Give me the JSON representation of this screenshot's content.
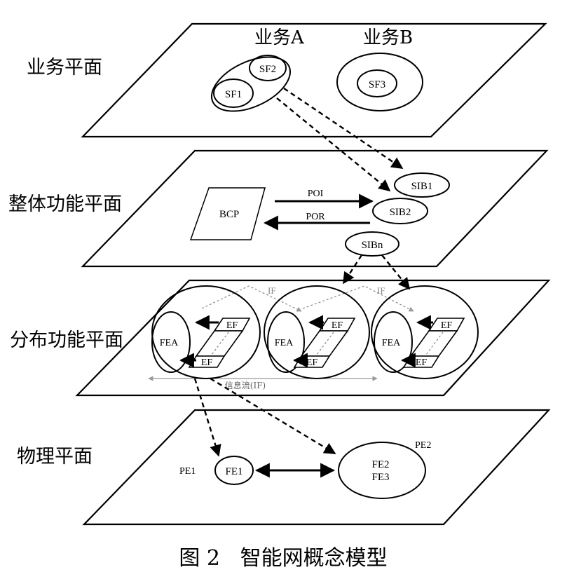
{
  "planes": {
    "service": "业务平面",
    "global": "整体功能平面",
    "distributed": "分布功能平面",
    "physical": "物理平面"
  },
  "service_plane": {
    "service_a": "业务A",
    "service_b": "业务B",
    "sf1": "SF1",
    "sf2": "SF2",
    "sf3": "SF3"
  },
  "global_plane": {
    "bcp": "BCP",
    "poi": "POI",
    "por": "POR",
    "sib1": "SIB1",
    "sib2": "SIB2",
    "sibn": "SIBn"
  },
  "distributed_plane": {
    "fea": "FEA",
    "ef": "EF",
    "if": "IF",
    "info_flow": "信息流(IF)"
  },
  "physical_plane": {
    "pe1": "PE1",
    "pe2": "PE2",
    "fe1": "FE1",
    "fe2": "FE2",
    "fe3": "FE3"
  },
  "caption": "图 2   智能网概念模型"
}
